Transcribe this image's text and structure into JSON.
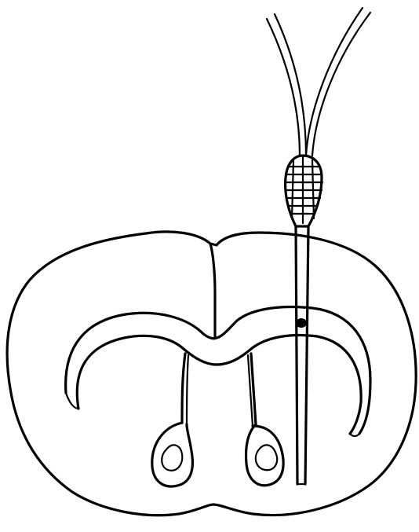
{
  "figure": {
    "colors": {
      "ink": "#000000",
      "paper": "#ffffff"
    },
    "elements": [
      "brain-coronal-section-outline",
      "longitudinal-fissure",
      "corpus-callosum",
      "lateral-ventricle-left",
      "lateral-ventricle-right",
      "cannula-shaft",
      "cannula-tubing-pair",
      "cannula-sleeve",
      "cannula-tip-marker"
    ]
  }
}
